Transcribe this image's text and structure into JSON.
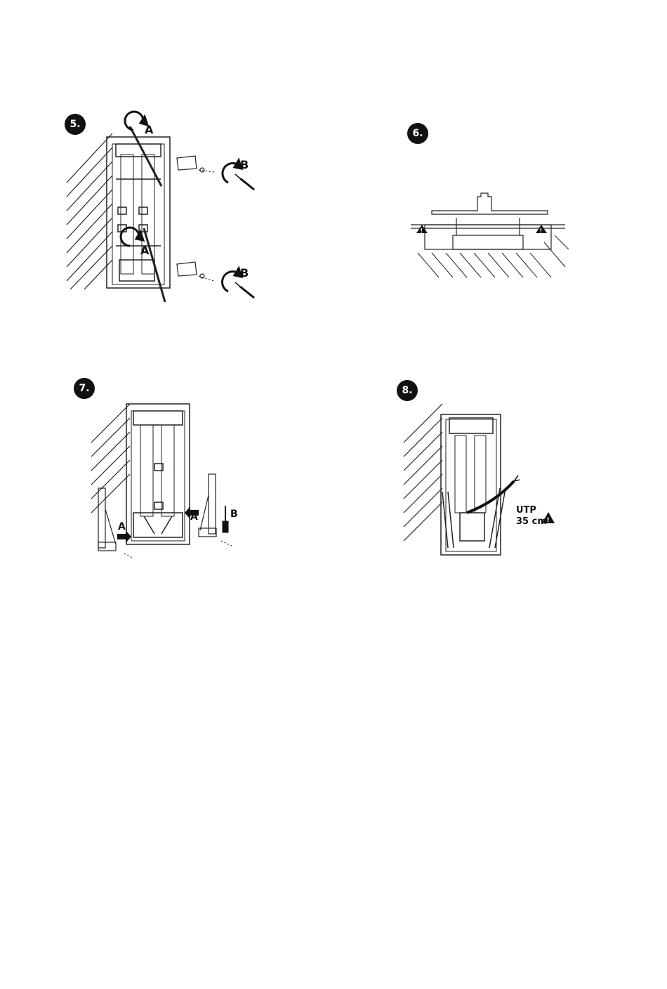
{
  "steps": [
    {
      "number": "5.",
      "labels": {
        "a_top": "A",
        "a_bottom": "A",
        "b_top": "B",
        "b_bottom": "B"
      }
    },
    {
      "number": "6."
    },
    {
      "number": "7.",
      "labels": {
        "a_left": "A",
        "a_right": "A",
        "b": "B"
      }
    },
    {
      "number": "8.",
      "labels": {
        "cable_type": "UTP",
        "cable_length": "35 cm"
      }
    }
  ],
  "icons": [
    "rotate-arrow-icon",
    "screwdriver-icon",
    "warning-icon",
    "hatched-wall-icon"
  ]
}
